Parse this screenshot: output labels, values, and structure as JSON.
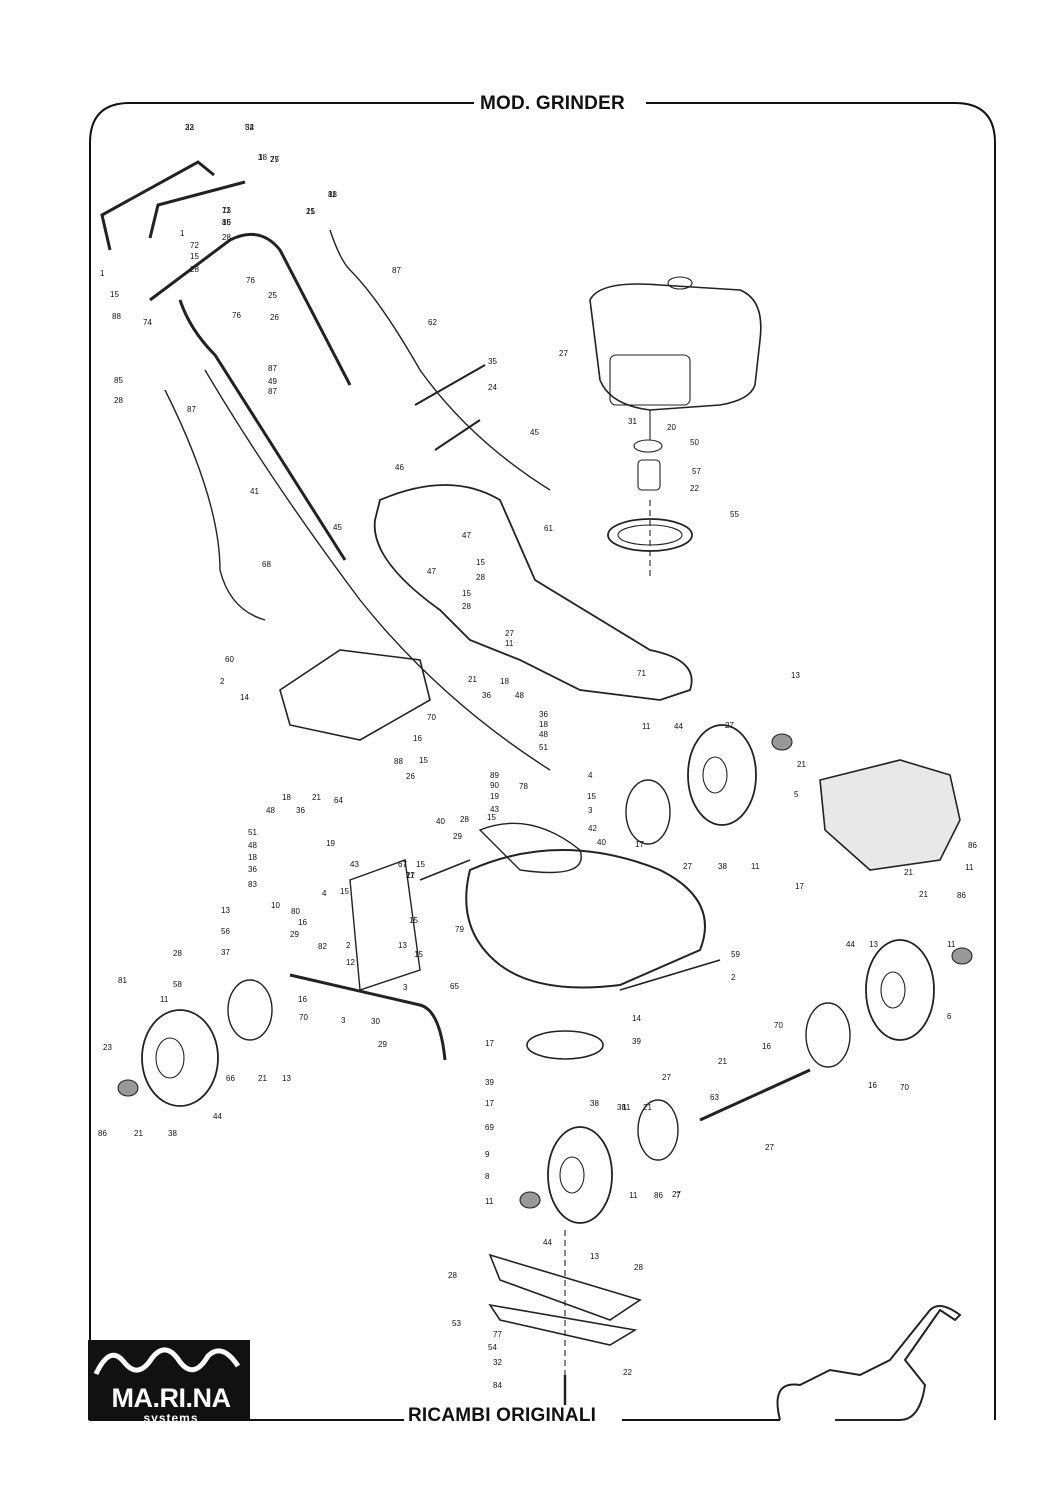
{
  "header": {
    "title": "MOD. GRINDER"
  },
  "footer": {
    "title": "RICAMBI ORIGINALI"
  },
  "logo": {
    "brand": "MA.RI.NA",
    "sub": "systems"
  },
  "callouts": [
    "33",
    "34",
    "1",
    "75",
    "88",
    "15",
    "73",
    "15",
    "28",
    "1",
    "72",
    "15",
    "28",
    "1",
    "15",
    "88",
    "74",
    "76",
    "25",
    "26",
    "76",
    "87",
    "62",
    "35",
    "24",
    "45",
    "27",
    "31",
    "20",
    "50",
    "57",
    "22",
    "55",
    "85",
    "28",
    "87",
    "87",
    "49",
    "87",
    "41",
    "46",
    "47",
    "47",
    "45",
    "61",
    "68",
    "15",
    "28",
    "15",
    "28",
    "27",
    "11",
    "60",
    "2",
    "14",
    "71",
    "21",
    "18",
    "36",
    "48",
    "36",
    "18",
    "48",
    "51",
    "70",
    "16",
    "15",
    "88",
    "26",
    "89",
    "90",
    "19",
    "43",
    "4",
    "78",
    "15",
    "3",
    "42",
    "40",
    "17",
    "28",
    "15",
    "29",
    "67",
    "15",
    "27",
    "11",
    "64",
    "18",
    "21",
    "36",
    "48",
    "51",
    "48",
    "18",
    "36",
    "19",
    "43",
    "83",
    "4",
    "15",
    "80",
    "16",
    "13",
    "10",
    "56",
    "29",
    "37",
    "82",
    "2",
    "13",
    "12",
    "15",
    "3",
    "30",
    "3",
    "15",
    "79",
    "40",
    "17",
    "28",
    "58",
    "11",
    "81",
    "16",
    "70",
    "65",
    "29",
    "23",
    "66",
    "21",
    "13",
    "44",
    "86",
    "21",
    "38",
    "27",
    "11",
    "44",
    "13",
    "21",
    "27",
    "38",
    "11",
    "5",
    "86",
    "11",
    "21",
    "59",
    "2",
    "14",
    "39",
    "17",
    "39",
    "17",
    "69",
    "8",
    "11",
    "9",
    "27",
    "38",
    "21",
    "44",
    "13",
    "21",
    "86",
    "11",
    "6",
    "16",
    "70",
    "16",
    "70",
    "27",
    "63",
    "21",
    "27",
    "38",
    "11",
    "86",
    "7",
    "11",
    "44",
    "13",
    "28",
    "28",
    "53",
    "77",
    "54",
    "32",
    "22",
    "84",
    "22",
    "52",
    "38",
    "27",
    "11",
    "21",
    "11",
    "86"
  ],
  "icons": [
    "marina-logo-icon",
    "lawnmower-silhouette-icon"
  ]
}
